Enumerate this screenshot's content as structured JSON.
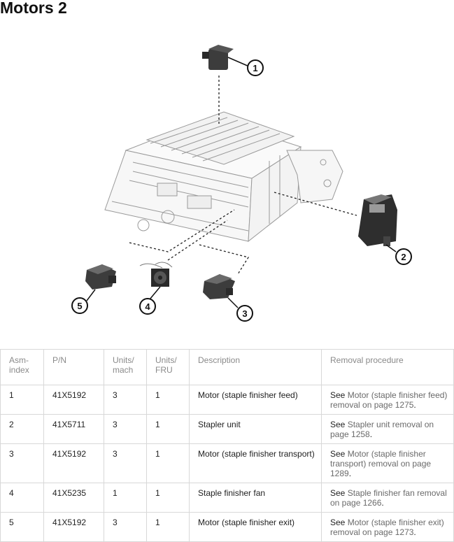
{
  "page": {
    "title": "Motors 2"
  },
  "diagram": {
    "callouts": [
      "1",
      "2",
      "3",
      "4",
      "5"
    ]
  },
  "table": {
    "headers": {
      "asm": "Asm-\nindex",
      "pn": "P/N",
      "units_mach": "Units/\nmach",
      "units_fru": "Units/\nFRU",
      "description": "Description",
      "removal": "Removal procedure"
    },
    "rows": [
      {
        "asm": "1",
        "pn": "41X5192",
        "units_mach": "3",
        "units_fru": "1",
        "description": "Motor (staple finisher feed)",
        "see": "See",
        "link": "Motor (staple finisher feed) removal on page 1275",
        "end": "."
      },
      {
        "asm": "2",
        "pn": "41X5711",
        "units_mach": "3",
        "units_fru": "1",
        "description": "Stapler unit",
        "see": "See",
        "link": "Stapler unit removal on page 1258",
        "end": "."
      },
      {
        "asm": "3",
        "pn": "41X5192",
        "units_mach": "3",
        "units_fru": "1",
        "description": "Motor (staple finisher transport)",
        "see": "See",
        "link": "Motor (staple finisher transport) removal on page 1289",
        "end": "."
      },
      {
        "asm": "4",
        "pn": "41X5235",
        "units_mach": "1",
        "units_fru": "1",
        "description": "Staple finisher fan",
        "see": "See",
        "link": "Staple finisher fan removal on page 1266",
        "end": "."
      },
      {
        "asm": "5",
        "pn": "41X5192",
        "units_mach": "3",
        "units_fru": "1",
        "description": "Motor (staple finisher exit)",
        "see": "See",
        "link": "Motor (staple finisher exit) removal on page 1273",
        "end": "."
      }
    ]
  }
}
